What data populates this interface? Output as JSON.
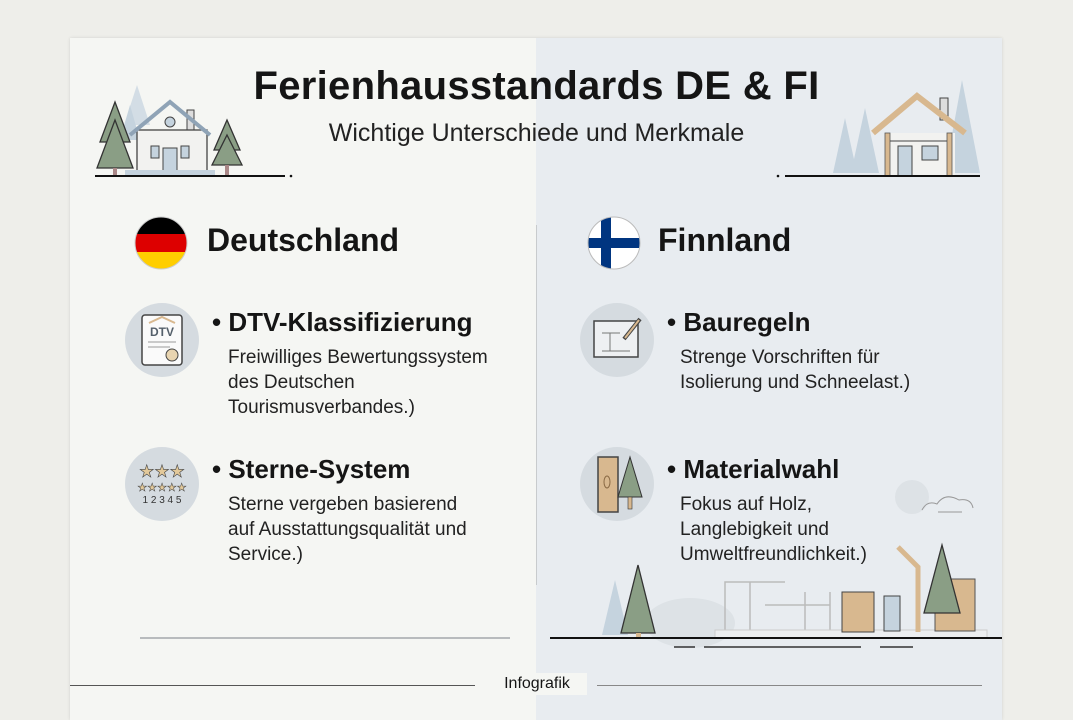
{
  "header": {
    "title": "Ferienhausstandards DE & FI",
    "subtitle": "Wichtige Unterschiede und Merkmale"
  },
  "germany": {
    "name": "Deutschland",
    "flag_icon": "german-flag-icon",
    "flag_colors": [
      "#000000",
      "#dd0000",
      "#ffce00"
    ],
    "items": [
      {
        "icon": "dtv-certificate-icon",
        "icon_text": "DTV",
        "title": "• DTV-Klassifizierung",
        "lines": [
          "Freiwilliges Bewertungssystem",
          "des Deutschen",
          "Tourismusverbandes.)"
        ]
      },
      {
        "icon": "stars-rating-icon",
        "icon_text": "1 2 3 4 5",
        "title": "• Sterne-System",
        "lines": [
          "Sterne vergeben basierend",
          "auf Ausstattungsqualität und",
          "Service.)"
        ]
      }
    ]
  },
  "finland": {
    "name": "Finnland",
    "flag_icon": "finnish-flag-icon",
    "flag_colors": [
      "#ffffff",
      "#003580"
    ],
    "items": [
      {
        "icon": "blueprint-pencil-icon",
        "title": "• Bauregeln",
        "lines": [
          "Strenge Vorschriften für",
          "Isolierung und Schneelast.)"
        ]
      },
      {
        "icon": "wood-tree-icon",
        "title": "• Materialwahl",
        "lines": [
          "Fokus auf Holz,",
          "Langlebigkeit und",
          "Umweltfreundlichkeit.)"
        ]
      }
    ]
  },
  "footer": {
    "label": "Infografik"
  },
  "colors": {
    "tree": "#8a9e85",
    "wood": "#d8b88f",
    "circle": "#d5dbe0",
    "accent_blue": "#c5d3de"
  }
}
